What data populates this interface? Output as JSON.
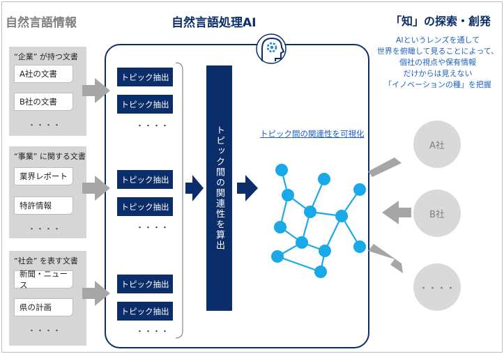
{
  "headers": {
    "left": "自然言語情報",
    "center": "自然言語処理AI",
    "right": "「知」の探索・創発"
  },
  "description": [
    "AIというレンズを通して",
    "世界を俯瞰して見ることによって、",
    "個社の視点や保有情報",
    "だけからは見えない",
    "「イノベーションの種」を把握"
  ],
  "doc_groups": [
    {
      "title": "“企業” が持つ文書",
      "items": [
        "A社の文書",
        "B社の文書"
      ],
      "more": "・・・・"
    },
    {
      "title": "“事業” に関する文書",
      "items": [
        "業界レポート",
        "特許情報"
      ],
      "more": "・・・・"
    },
    {
      "title": "“社会” を表す文書",
      "items": [
        "新聞・ニュース",
        "県の計画"
      ],
      "more": "・・・・"
    }
  ],
  "topic_label": "トピック抽出",
  "topic_more": "・・・・",
  "calc_label": "トピック間の関連性を算出",
  "viz_label": "トピック間の関連性を可視化",
  "companies": [
    "A社",
    "B社",
    "・・・・"
  ],
  "colors": {
    "navy": "#0b2e6b",
    "link_blue": "#1f5fbf",
    "node": "#19a9e8",
    "panel_gray": "#d6d6d6",
    "arrow_gray": "#a6a6a6"
  },
  "icons": [
    "ai-head-gear-icon",
    "network-graph-icon",
    "arrow-right-icon"
  ]
}
